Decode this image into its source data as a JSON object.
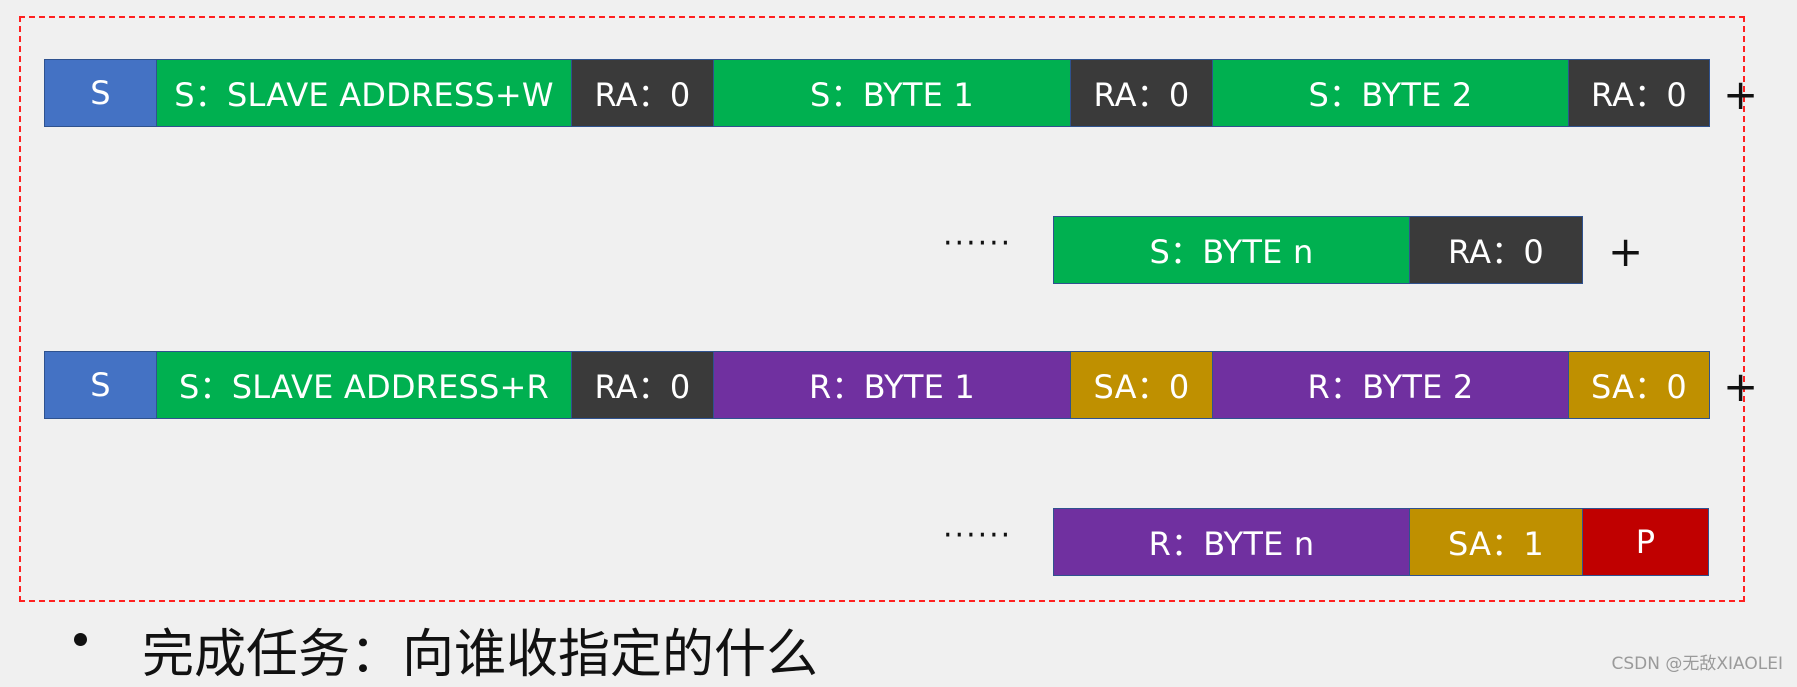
{
  "rows": [
    [
      {
        "label": "S",
        "color": "#4472c4"
      },
      {
        "label": "S：SLAVE ADDRESS+W",
        "color": "#00b050"
      },
      {
        "label": "RA：0",
        "color": "#3a3a3a"
      },
      {
        "label": "S：BYTE 1",
        "color": "#00b050"
      },
      {
        "label": "RA：0",
        "color": "#3a3a3a"
      },
      {
        "label": "S：BYTE 2",
        "color": "#00b050"
      },
      {
        "label": "RA：0",
        "color": "#3a3a3a"
      }
    ],
    [
      {
        "label": "S：BYTE n",
        "color": "#00b050"
      },
      {
        "label": "RA：0",
        "color": "#3a3a3a"
      }
    ],
    [
      {
        "label": "S",
        "color": "#4472c4"
      },
      {
        "label": "S：SLAVE ADDRESS+R",
        "color": "#00b050"
      },
      {
        "label": "RA：0",
        "color": "#3a3a3a"
      },
      {
        "label": "R：BYTE 1",
        "color": "#7030a0"
      },
      {
        "label": "SA：0",
        "color": "#bf9000"
      },
      {
        "label": "R：BYTE 2",
        "color": "#7030a0"
      },
      {
        "label": "SA：0",
        "color": "#bf9000"
      }
    ],
    [
      {
        "label": "R：BYTE n",
        "color": "#7030a0"
      },
      {
        "label": "SA：1",
        "color": "#bf9000"
      },
      {
        "label": "P",
        "color": "#c00000"
      }
    ]
  ],
  "continuation": {
    "plus": "+",
    "dots": "······"
  },
  "bullet": "完成任务：向谁收指定的什么",
  "watermark": "CSDN @无敌XIAOLEI",
  "frame_color": "#ff2020"
}
